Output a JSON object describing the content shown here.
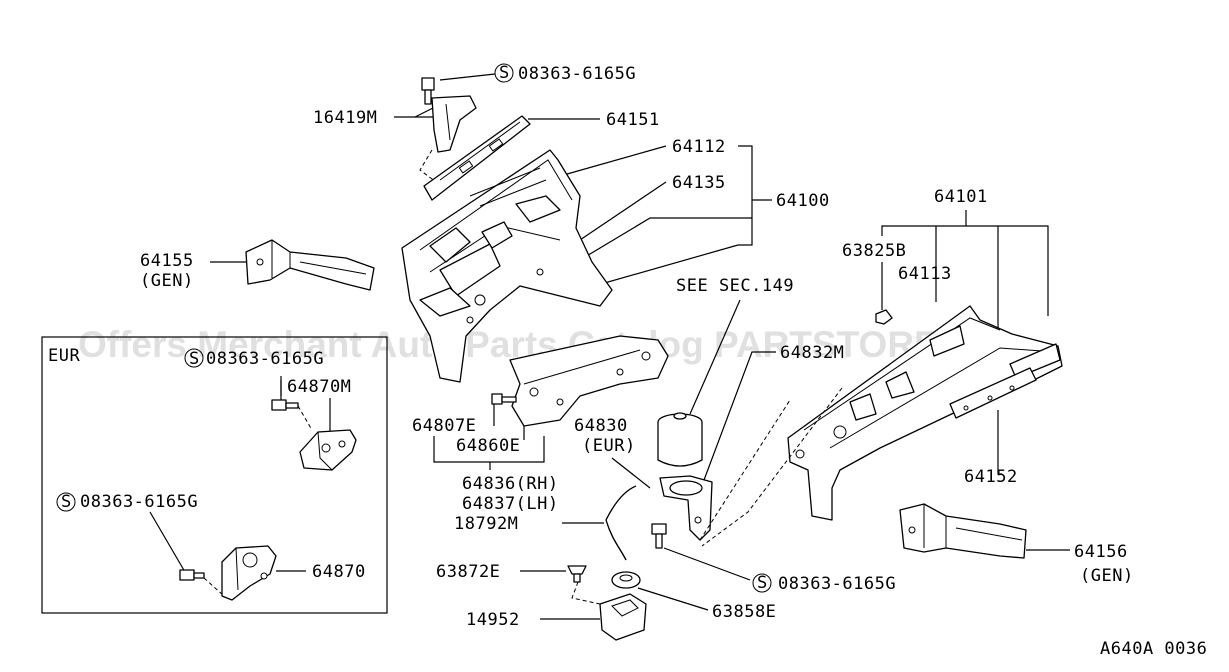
{
  "watermark": "Offers Merchant Auto Parts Catalog PARTSTORE.SA",
  "footer_code": "A640A 0036",
  "inset": {
    "label": "EUR"
  },
  "callouts": {
    "bolt_top": "08363-6165G",
    "p16419m": "16419M",
    "p64151": "64151",
    "p64112": "64112",
    "p64135": "64135",
    "p64100": "64100",
    "p64101": "64101",
    "p64155": "64155",
    "p64155_gen": "(GEN)",
    "p63825b": "63825B",
    "p64113": "64113",
    "see_sec": "SEE SEC.149",
    "p64832m": "64832M",
    "p64807e": "64807E",
    "p64860e": "64860E",
    "p64830": "64830",
    "p64830_eur": "(EUR)",
    "p64836": "64836(RH)",
    "p64837": "64837(LH)",
    "p18792m": "18792M",
    "p64152": "64152",
    "p64156": "64156",
    "p64156_gen": "(GEN)",
    "p63872e": "63872E",
    "bolt_bottom": "08363-6165G",
    "p63858e": "63858E",
    "p14952": "14952",
    "inset_bolt_1": "08363-6165G",
    "p64870m": "64870M",
    "inset_bolt_2": "08363-6165G",
    "p64870": "64870"
  },
  "symbols": {
    "screw_mark": "S"
  }
}
